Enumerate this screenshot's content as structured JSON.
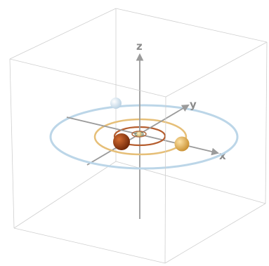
{
  "axes": {
    "x_label": "x",
    "y_label": "y",
    "z_label": "z"
  },
  "colors": {
    "background": "#ffffff",
    "box_edge": "#c8c8c8",
    "axis": "#9b9b9b",
    "orbit_outer": "#bcd6e8",
    "orbit_middle": "#e6bf78",
    "orbit_inner": "#b55d2e",
    "orbit_innermost": "#9b9b9b",
    "planet_outer": "#e7f0f7",
    "planet_middle": "#e9b862",
    "planet_inner": "#a9441a",
    "sun": "#d9c58a"
  },
  "bodies": [
    "sun",
    "planet-inner",
    "planet-middle",
    "planet-outer"
  ],
  "orbits": [
    "orbit-innermost",
    "orbit-inner",
    "orbit-middle",
    "orbit-outer"
  ]
}
